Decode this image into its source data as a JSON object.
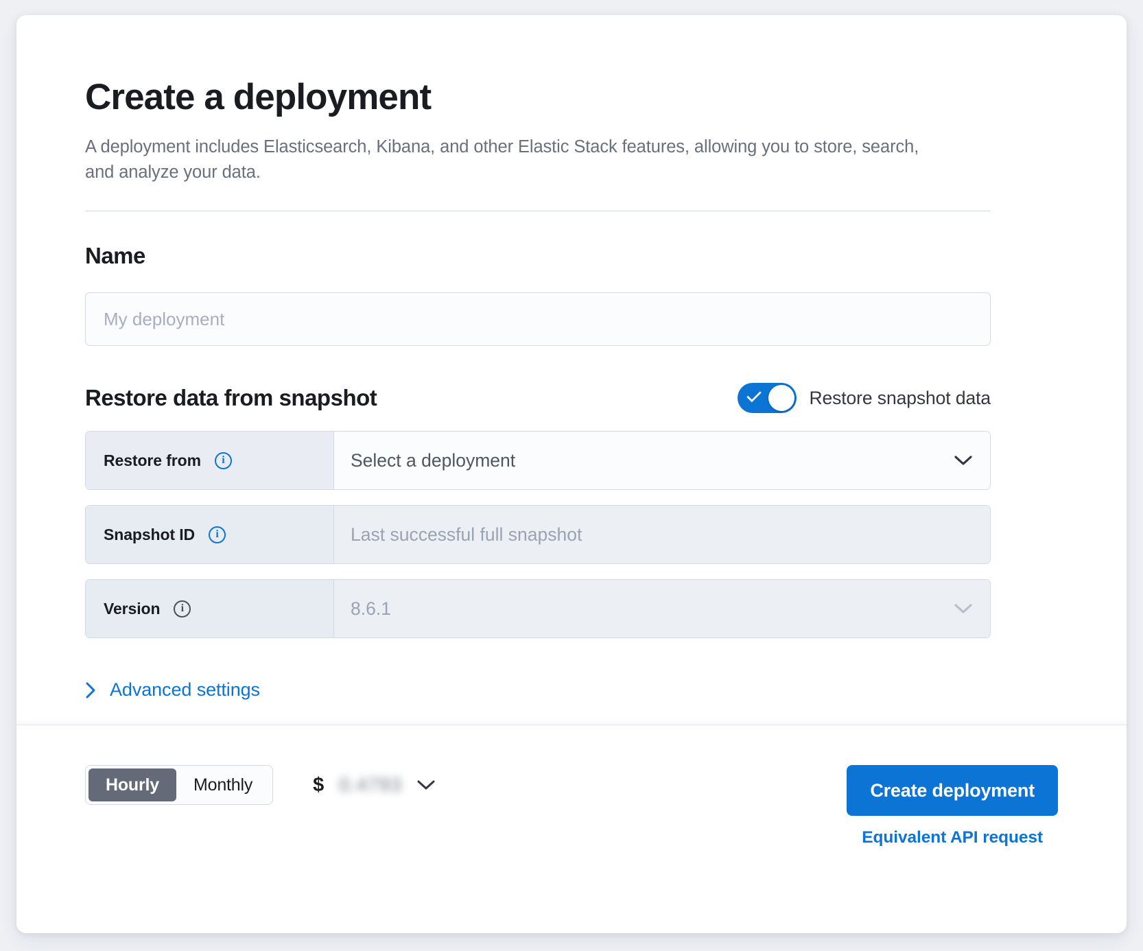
{
  "page": {
    "title": "Create a deployment",
    "subtitle": "A deployment includes Elasticsearch, Kibana, and other Elastic Stack features, allowing you to store, search, and analyze your data."
  },
  "name_section": {
    "heading": "Name",
    "input_placeholder": "My deployment",
    "input_value": ""
  },
  "snapshot_section": {
    "heading": "Restore data from snapshot",
    "toggle": {
      "label": "Restore snapshot data",
      "state": "on",
      "color": "#0b74d4"
    },
    "rows": [
      {
        "label": "Restore from",
        "info_icon": "info-icon",
        "value": "Select a deployment",
        "is_placeholder": true,
        "enabled": true,
        "has_chevron": true
      },
      {
        "label": "Snapshot ID",
        "info_icon": "info-icon",
        "value": "Last successful full snapshot",
        "is_placeholder": true,
        "enabled": false,
        "has_chevron": false
      },
      {
        "label": "Version",
        "info_icon": "info-icon",
        "value": "8.6.1",
        "is_placeholder": false,
        "enabled": false,
        "has_chevron": true
      }
    ],
    "advanced_link": "Advanced settings"
  },
  "footer": {
    "billing_options": [
      {
        "label": "Hourly",
        "active": true
      },
      {
        "label": "Monthly",
        "active": false
      }
    ],
    "price": {
      "currency_symbol": "$",
      "amount": "0.4793",
      "redacted": true
    },
    "create_button": "Create deployment",
    "api_link": "Equivalent API request"
  },
  "colors": {
    "accent": "#0b74d4",
    "page_bg": "#eef0f4",
    "card_bg": "#ffffff",
    "text_primary": "#1a1c21",
    "text_muted": "#69707d",
    "border": "#d3dae6",
    "segment_active": "#646a77"
  }
}
